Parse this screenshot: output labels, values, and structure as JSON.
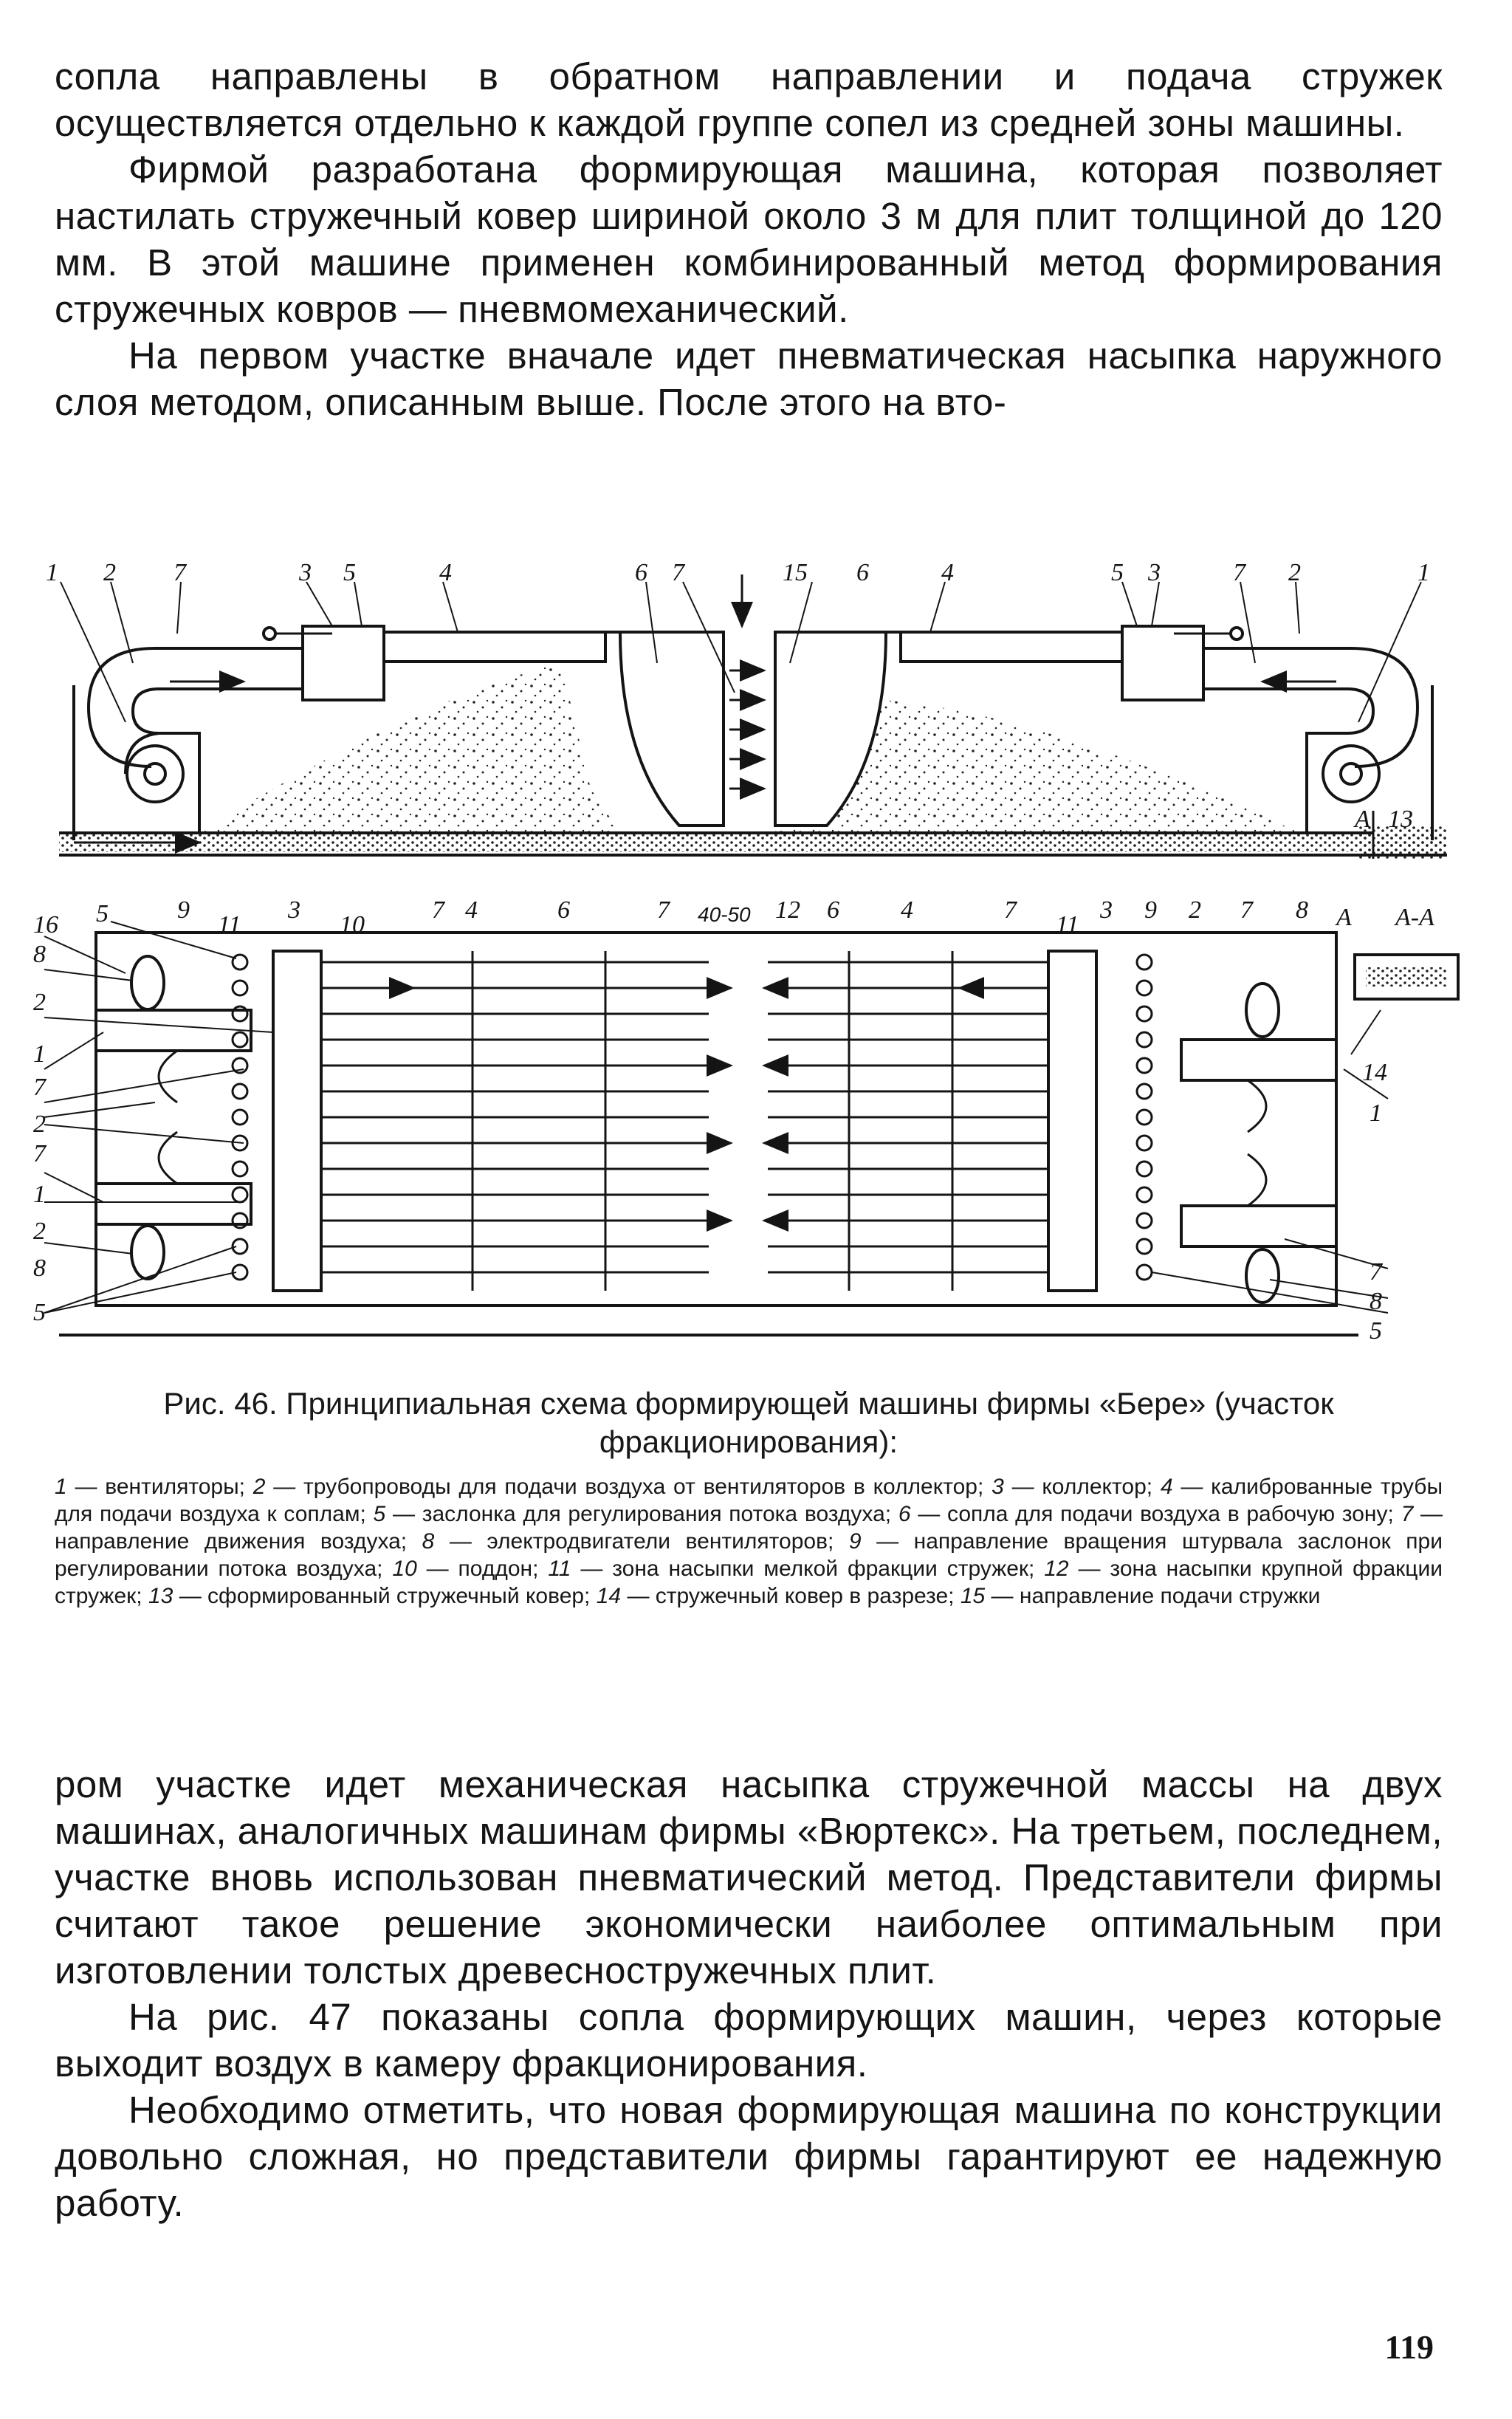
{
  "top_paragraphs": [
    "сопла направлены в обратном направлении и подача стружек осуществляется отдельно к каждой группе сопел из средней зоны машины.",
    "Фирмой разработана формирующая машина, которая позволяет настилать стружечный ковер шириной около 3 м для плит толщиной до 120 мм. В этой машине применен комбинированный метод формирования стружечных ковров — пневмомеханический.",
    "На первом участке вначале идет пневматическая насыпка наружного слоя методом, описанным выше. После этого на вто-"
  ],
  "figure": {
    "labels": {
      "n1": "1",
      "n2": "2",
      "n3": "3",
      "n4": "4",
      "n5": "5",
      "n6": "6",
      "n7": "7",
      "n8": "8",
      "n9": "9",
      "n10": "10",
      "n11": "11",
      "n12": "12",
      "n13": "13",
      "n14": "14",
      "n15": "15",
      "n16": "16",
      "dim": "40-50",
      "section_mark": "А",
      "section": "А-А"
    }
  },
  "caption": {
    "title": "Рис. 46. Принципиальная схема формирующей машины фирмы «Бере» (участок фракционирования):",
    "legend": [
      {
        "num": "1",
        "text": "вентиляторы;"
      },
      {
        "num": "2",
        "text": "трубопроводы для подачи воздуха от вентиляторов в коллектор;"
      },
      {
        "num": "3",
        "text": "коллектор;"
      },
      {
        "num": "4",
        "text": "калиброванные трубы для подачи воздуха к соплам;"
      },
      {
        "num": "5",
        "text": "заслонка для регулирования потока воздуха;"
      },
      {
        "num": "6",
        "text": "сопла для подачи воздуха в рабочую зону;"
      },
      {
        "num": "7",
        "text": "направление движения воздуха;"
      },
      {
        "num": "8",
        "text": "электродвигатели вентиляторов;"
      },
      {
        "num": "9",
        "text": "направление вращения штурвала заслонок при регулировании потока воздуха;"
      },
      {
        "num": "10",
        "text": "поддон;"
      },
      {
        "num": "11",
        "text": "зона насыпки мелкой фракции стружек;"
      },
      {
        "num": "12",
        "text": "зона насыпки крупной фракции стружек;"
      },
      {
        "num": "13",
        "text": "сформированный стружечный ковер;"
      },
      {
        "num": "14",
        "text": "стружечный ковер в разрезе;"
      },
      {
        "num": "15",
        "text": "направление подачи стружки"
      }
    ]
  },
  "bottom_paragraphs": [
    "ром участке идет механическая насыпка стружечной массы на двух машинах, аналогичных машинам фирмы «Вюртекс». На третьем, последнем, участке вновь использован пневматический метод. Представители фирмы считают такое решение экономически наиболее оптимальным при изготовлении толстых древесностружечных плит.",
    "На рис. 47 показаны сопла формирующих машин, через которые выходит воздух в камеру фракционирования.",
    "Необходимо отметить, что новая формирующая машина по конструкции довольно сложная, но представители фирмы гарантируют ее надежную работу."
  ],
  "page_number": "119"
}
